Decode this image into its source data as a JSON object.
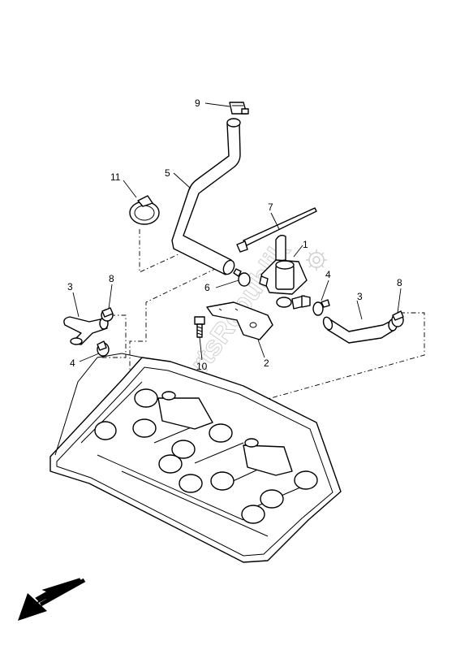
{
  "callouts": [
    "1",
    "2",
    "3",
    "3",
    "4",
    "4",
    "5",
    "6",
    "7",
    "8",
    "8",
    "9",
    "10",
    "11"
  ],
  "watermark": {
    "text": "PartsRepublik"
  }
}
